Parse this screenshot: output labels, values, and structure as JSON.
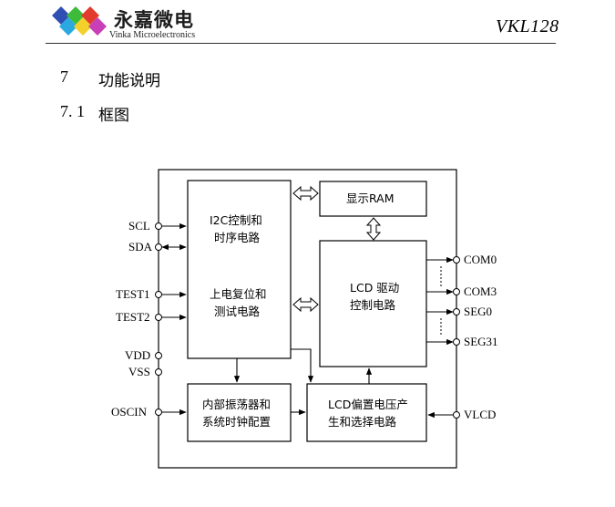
{
  "header": {
    "logo_cn": "永嘉微电",
    "logo_en": "Vinka Microelectronics",
    "doc_id": "VKL128"
  },
  "section": {
    "num": "7",
    "title": "功能说明"
  },
  "subsection": {
    "num": "7. 1",
    "title": "框图"
  },
  "diagram": {
    "blocks": {
      "i2c_line1": "I2C控制和",
      "i2c_line2": "时序电路",
      "reset_line1": "上电复位和",
      "reset_line2": "测试电路",
      "ram": "显示RAM",
      "lcd_line1": "LCD 驱动",
      "lcd_line2": "控制电路",
      "osc_line1": "内部振荡器和",
      "osc_line2": "系统时钟配置",
      "bias_line1": "LCD偏置电压产",
      "bias_line2": "生和选择电路"
    },
    "pins": {
      "scl": "SCL",
      "sda": "SDA",
      "test1": "TEST1",
      "test2": "TEST2",
      "vdd": "VDD",
      "vss": "VSS",
      "oscin": "OSCIN",
      "com0": "COM0",
      "com3": "COM3",
      "seg0": "SEG0",
      "seg31": "SEG31",
      "vlcd": "VLCD"
    }
  }
}
